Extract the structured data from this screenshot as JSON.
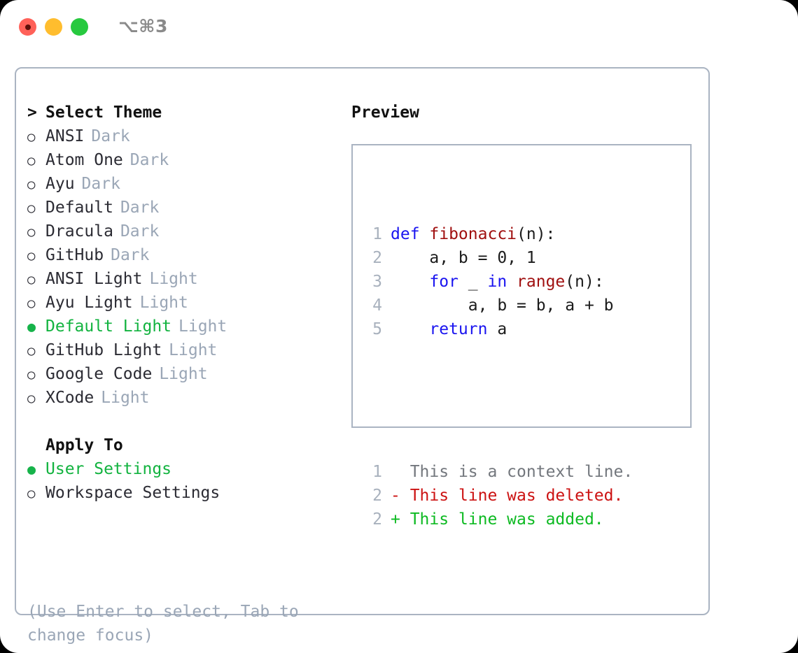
{
  "window": {
    "shortcut_label": "⌥⌘3",
    "traffic_lights": [
      "close-button",
      "minimize-button",
      "maximize-button"
    ]
  },
  "colors": {
    "accent_green": "#12b33f",
    "muted": "#9aa6b6",
    "text": "#2b2b33",
    "border": "#aab4c2",
    "keyword_blue": "#1a14f0",
    "function_red": "#a01010",
    "diff_added": "#0dba22",
    "diff_deleted": "#cc1212",
    "diff_context": "#73777d"
  },
  "theme_picker": {
    "caret": ">",
    "header": "Select Theme",
    "bullet_unselected": "○",
    "bullet_selected": "●",
    "items": [
      {
        "bullet": "○",
        "label": "ANSI",
        "tag": "Dark",
        "selected": false
      },
      {
        "bullet": "○",
        "label": "Atom One",
        "tag": "Dark",
        "selected": false
      },
      {
        "bullet": "○",
        "label": "Ayu",
        "tag": "Dark",
        "selected": false
      },
      {
        "bullet": "○",
        "label": "Default",
        "tag": "Dark",
        "selected": false
      },
      {
        "bullet": "○",
        "label": "Dracula",
        "tag": "Dark",
        "selected": false
      },
      {
        "bullet": "○",
        "label": "GitHub",
        "tag": "Dark",
        "selected": false
      },
      {
        "bullet": "○",
        "label": "ANSI Light",
        "tag": "Light",
        "selected": false
      },
      {
        "bullet": "○",
        "label": "Ayu Light",
        "tag": "Light",
        "selected": false
      },
      {
        "bullet": "●",
        "label": "Default Light",
        "tag": "Light",
        "selected": true
      },
      {
        "bullet": "○",
        "label": "GitHub Light",
        "tag": "Light",
        "selected": false
      },
      {
        "bullet": "○",
        "label": "Google Code",
        "tag": "Light",
        "selected": false
      },
      {
        "bullet": "○",
        "label": "XCode",
        "tag": "Light",
        "selected": false
      }
    ]
  },
  "apply_to": {
    "header": "Apply To",
    "items": [
      {
        "bullet": "●",
        "label": "User Settings",
        "selected": true
      },
      {
        "bullet": "○",
        "label": "Workspace Settings",
        "selected": false
      }
    ]
  },
  "hint": "(Use Enter to select, Tab to change focus)",
  "preview": {
    "title": "Preview",
    "code_lines": [
      {
        "no": "1",
        "segments": [
          {
            "t": "def ",
            "c": "kw"
          },
          {
            "t": "fibonacci",
            "c": "fn"
          },
          {
            "t": "(n):",
            "c": "pl"
          }
        ]
      },
      {
        "no": "2",
        "segments": [
          {
            "t": "    a, b = 0, 1",
            "c": "pl"
          }
        ]
      },
      {
        "no": "3",
        "segments": [
          {
            "t": "    ",
            "c": "pl"
          },
          {
            "t": "for",
            "c": "kw"
          },
          {
            "t": " _ ",
            "c": "pl"
          },
          {
            "t": "in ",
            "c": "kw"
          },
          {
            "t": "range",
            "c": "fn"
          },
          {
            "t": "(n):",
            "c": "pl"
          }
        ]
      },
      {
        "no": "4",
        "segments": [
          {
            "t": "        a, b = b, a + b",
            "c": "pl"
          }
        ]
      },
      {
        "no": "5",
        "segments": [
          {
            "t": "    ",
            "c": "pl"
          },
          {
            "t": "return",
            "c": "kw"
          },
          {
            "t": " a",
            "c": "pl"
          }
        ]
      }
    ],
    "diff_lines": [
      {
        "no": "1",
        "marker": " ",
        "text": " This is a context line.",
        "kind": "ctx"
      },
      {
        "no": "2",
        "marker": "-",
        "text": " This line was deleted.",
        "kind": "del"
      },
      {
        "no": "2",
        "marker": "+",
        "text": " This line was added.",
        "kind": "add"
      }
    ]
  }
}
